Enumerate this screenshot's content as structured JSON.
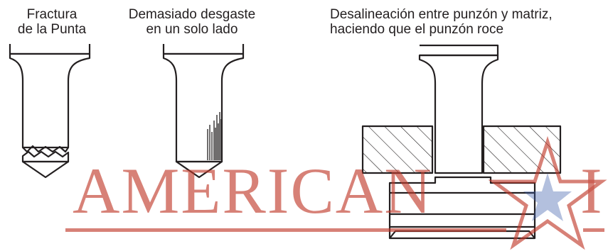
{
  "captions": {
    "tip_fracture": [
      "Fractura",
      "de la Punta"
    ],
    "one_side_wear": [
      "Demasiado desgaste",
      "en un solo lado"
    ],
    "misalignment": [
      "Desalineación entre punzón y matriz,",
      "haciendo que el punzón roce"
    ]
  },
  "watermark": {
    "text": "AMERICAN",
    "trailing_letter": "I",
    "color": "#c0392b",
    "star_color": "#3a5ba9"
  },
  "colors": {
    "line": "#231f20",
    "fill": "#ffffff",
    "hatch": "#231f20"
  }
}
